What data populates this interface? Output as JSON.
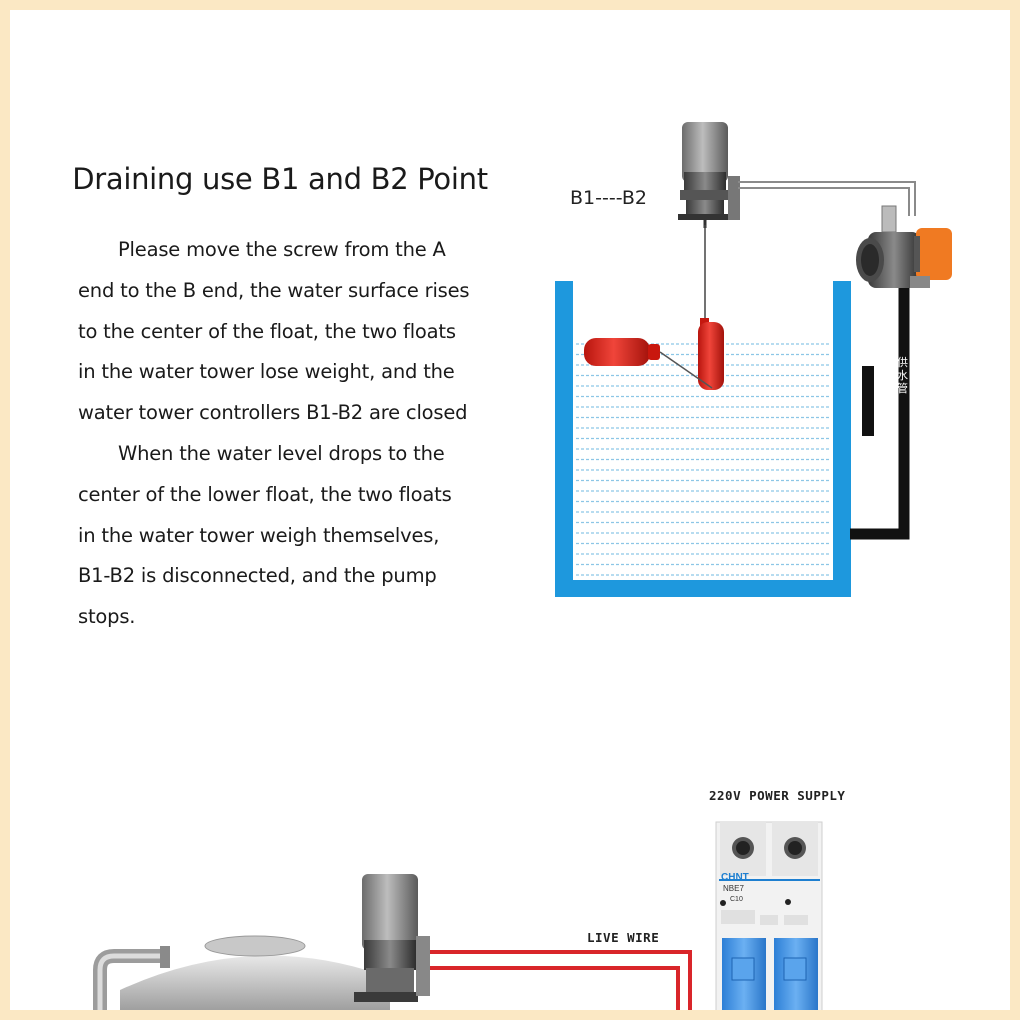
{
  "heading": "Draining use B1 and B2 Point",
  "paragraph_lines": [
    {
      "text": "Please move the screw from the A",
      "indent": true
    },
    {
      "text": "end to the B end, the water surface rises",
      "indent": false
    },
    {
      "text": "to the center of the float, the two floats",
      "indent": false
    },
    {
      "text": "in the water tower lose weight, and the",
      "indent": false
    },
    {
      "text": "water tower controllers B1-B2 are closed",
      "indent": false
    },
    {
      "text": "When the water level drops to the",
      "indent": true
    },
    {
      "text": "center of the lower float, the two floats",
      "indent": false
    },
    {
      "text": "in the water tower weigh themselves,",
      "indent": false
    },
    {
      "text": "B1-B2 is disconnected, and the pump",
      "indent": false
    },
    {
      "text": "stops.",
      "indent": false
    }
  ],
  "diagram": {
    "switch_label": "B1----B2",
    "pipe_label": "供水管",
    "colors": {
      "tank": "#1e98dd",
      "water_lines": "#8cc6e6",
      "float": "#e3281c",
      "pipe": "#111111",
      "pump_accent": "#f07a22",
      "breaker_blue": "#3d8fe0",
      "wire_red": "#d9252a"
    }
  },
  "bottom": {
    "power_label": "220V POWER SUPPLY",
    "wire_label": "LIVE WIRE",
    "breaker_brand": "CHNT",
    "breaker_model": "NBE7",
    "breaker_rating": "C10"
  }
}
